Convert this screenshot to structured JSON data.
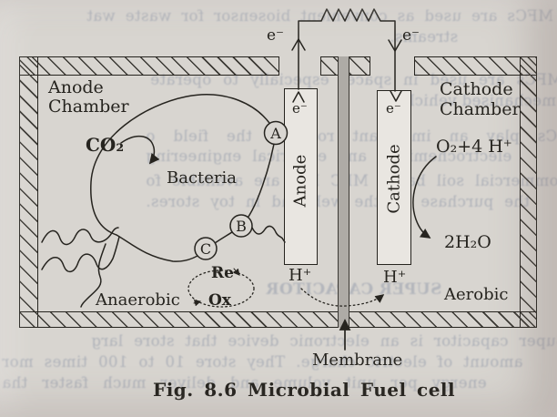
{
  "figure": {
    "caption": "Fig. 8.6 Microbial Fuel cell"
  },
  "labels": {
    "anode_chamber": [
      "Anode",
      "Chamber"
    ],
    "cathode_chamber": [
      "Cathode",
      "Chamber"
    ],
    "co2": "CO₂",
    "bacteria": "Bacteria",
    "anode_electrode": "Anode",
    "cathode_electrode": "Cathode",
    "electron": "e⁻",
    "h_plus": "H⁺",
    "oxygen_reaction": "O₂+4 H⁺",
    "water_product": "2H₂O",
    "anaerobic": "Anaerobic",
    "aerobic": "Aerobic",
    "membrane": "Membrane",
    "mediator_reduced": "Re",
    "mediator_oxidized": "Ox",
    "site_a": "A",
    "site_b": "B",
    "site_c": "C"
  },
  "background_text": {
    "lines": [
      "MFCs are used as convenient biosensor for waste wat",
      "streams.",
      "MFCs are used in space; especially to operate",
      "mechanised vehicles.",
      "MFCs play an important role in the field o",
      "electrochemistry and electrical engineering",
      "Many commercial soil based MFC kits are available fo",
      "the purchase on the web and in toy stores.",
      "SUPER CAPACITOR",
      "Super capacitor is an electronic device that store larg",
      "amount of electric charge. They store 10 to 100 times mor",
      "energy per unit volume and deliver much faster tha"
    ]
  },
  "colors": {
    "page": "#d8d5d0",
    "ink": "#26241f",
    "membrane_gray": "#aeaba6",
    "showthrough": "#8f97a8"
  }
}
